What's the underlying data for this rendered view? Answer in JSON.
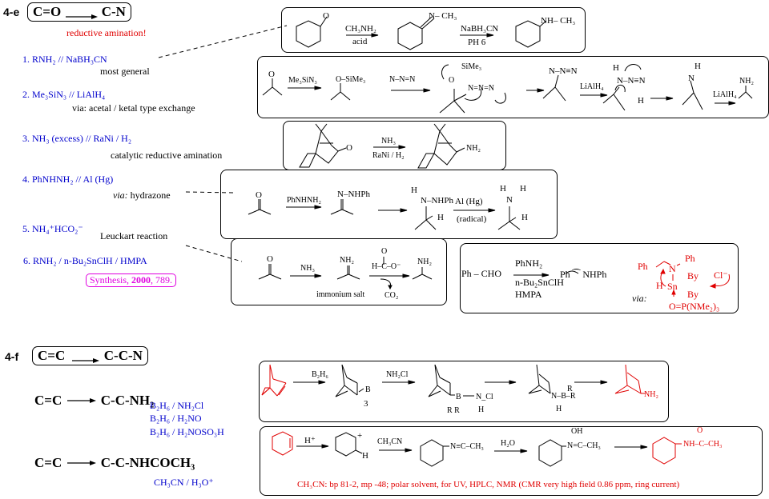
{
  "section_e": {
    "label": "4-e",
    "title_left": "C=O",
    "title_right": "C-N",
    "subtitle": "reductive amination!",
    "methods": [
      {
        "label": "1. RNH₂ // NaBH₃CN",
        "note": "most general"
      },
      {
        "label": "2. Me₃SiN₃ // LiAlH₄",
        "note": "via:  acetal / ketal type exchange"
      },
      {
        "label": "3. NH₃ (excess) // RaNi / H₂",
        "note": "catalytic reductive amination"
      },
      {
        "label": "4. PhNHNH₂ // Al (Hg)",
        "note_italic": "via:",
        "note": " hydrazone"
      },
      {
        "label": "5. NH₄⁺HCO₂⁻",
        "note": "Leuckart reaction"
      },
      {
        "label": "6. RNH₂ / n-Bu₂SnClH / HMPA",
        "note": ""
      }
    ],
    "reference": {
      "journal": "Synthesis,",
      "year": "2000",
      "page": ", 789."
    }
  },
  "scheme1": {
    "reagent1_top": "CH₃NH₂",
    "reagent1_bottom": "acid",
    "intermediate_label": "N– CH₃",
    "reagent2_top": "NaBH₃CN",
    "reagent2_bottom": "PH 6",
    "product_label": "NH– CH₃",
    "ketone_o": "O"
  },
  "scheme2": {
    "ketone_o": "O",
    "reagent1": "Me₃SiN₃",
    "oxonium": "O–SiMe₃",
    "azide": "N–N=N",
    "osime3": "O",
    "sime3": "SiMe₃",
    "azide_adduct": "N=N=N",
    "alkyl_azide": "N–N≡N",
    "reagent2": "LiAlH₄",
    "h1": "H",
    "hydride_azide": "N–N≡N",
    "h2": "H",
    "imine_h": "H",
    "imine_n": "N",
    "reagent3": "LiAlH₄",
    "product": "NH₂"
  },
  "scheme3": {
    "ketone_o": "O",
    "reagent_top": "NH₃",
    "reagent_bottom": "RaNi / H₂",
    "product": "NH₂"
  },
  "scheme4": {
    "ketone_o": "O",
    "reagent1": "PhNHNH₂",
    "hydrazone": "N–NHPh",
    "h_top": "H",
    "hydrazine": "N–NHPh",
    "h_side": "H",
    "reagent2_top": "Al (Hg)",
    "reagent2_bottom": "(radical)",
    "amine_h1": "H",
    "amine_h2": "H",
    "amine_n": "N",
    "amine_h3": "H"
  },
  "scheme5": {
    "ketone_o": "O",
    "reagent": "NH₃",
    "iminium": "NH₂",
    "formate_o": "O",
    "formate": "H–C–O⁻",
    "product": "NH₂",
    "caption": "immonium salt",
    "co2": "CO₂"
  },
  "scheme6": {
    "substrate": "Ph – CHO",
    "reagent_top": "PhNH₂",
    "reagent_mid": "n-Bu₂SnClH",
    "reagent_bottom": "HMPA",
    "product": "Ph ⁀ NHPh",
    "via": "via:",
    "ts_ph1": "Ph",
    "ts_n": "N",
    "ts_ph2": "Ph",
    "ts_h": "H",
    "ts_sn": "Sn",
    "ts_by1": "By",
    "ts_by2": "By",
    "ts_cl": "Cl⁻",
    "ts_hmpa": "O=P(NMe₂)₃"
  },
  "section_f": {
    "label": "4-f",
    "title_left": "C=C",
    "title_right": "C-C-N",
    "eq1_left": "C=C",
    "eq1_right": "C-C-NH₂",
    "eq1_reagents": [
      "B₂H₆ / NH₂Cl",
      "B₂H₆ / H₂NO",
      "B₂H₆ / H₂NOSO₃H"
    ],
    "eq2_left": "C=C",
    "eq2_right": "C-C-NHCOCH₃",
    "eq2_reagent": "CH₃CN / H₃O⁺"
  },
  "scheme7": {
    "reagent1": "B₂H₆",
    "borane_b": "B",
    "borane_3": "3",
    "reagent2": "NH₂Cl",
    "ate": "B—N–Cl",
    "ate_r": "R R",
    "ate_h": "H",
    "aminoborane_r": "R",
    "aminoborane": "N–B–R",
    "aminoborane_h": "H",
    "product": "NH₂"
  },
  "scheme8": {
    "reagent1": "H⁺",
    "cation_plus": "+",
    "cation_h": "H",
    "reagent2": "CH₃CN",
    "nitrilium": "N≡C–CH₃",
    "reagent3": "H₂O",
    "imidate_oh": "OH",
    "imidate": "N=C–CH₃",
    "amide_o": "O",
    "amide": "NH–C–CH₃",
    "footnote": "CH₃CN:  bp 81-2, mp -48;  polar solvent, for UV, HPLC, NMR (CMR very high field 0.86 ppm, ring current)"
  }
}
